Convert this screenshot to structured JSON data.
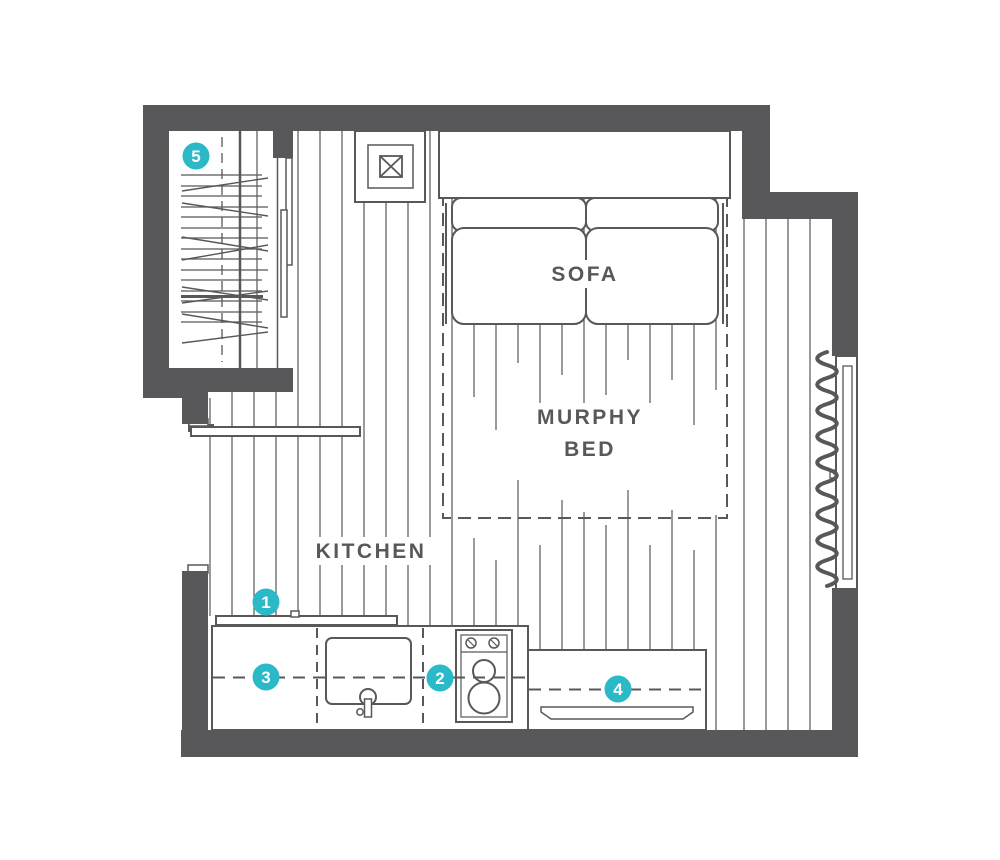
{
  "plan": {
    "labels": {
      "sofa": "SOFA",
      "murphy_line1": "MURPHY",
      "murphy_line2": "BED",
      "kitchen": "KITCHEN"
    },
    "markers": [
      {
        "number": "1"
      },
      {
        "number": "2"
      },
      {
        "number": "3"
      },
      {
        "number": "4"
      },
      {
        "number": "5"
      }
    ]
  },
  "colors": {
    "wall": "#58585A",
    "line": "#58585A",
    "accent": "#2BB9C8",
    "marker_text": "#FFFFFF",
    "background": "#FFFFFF"
  }
}
